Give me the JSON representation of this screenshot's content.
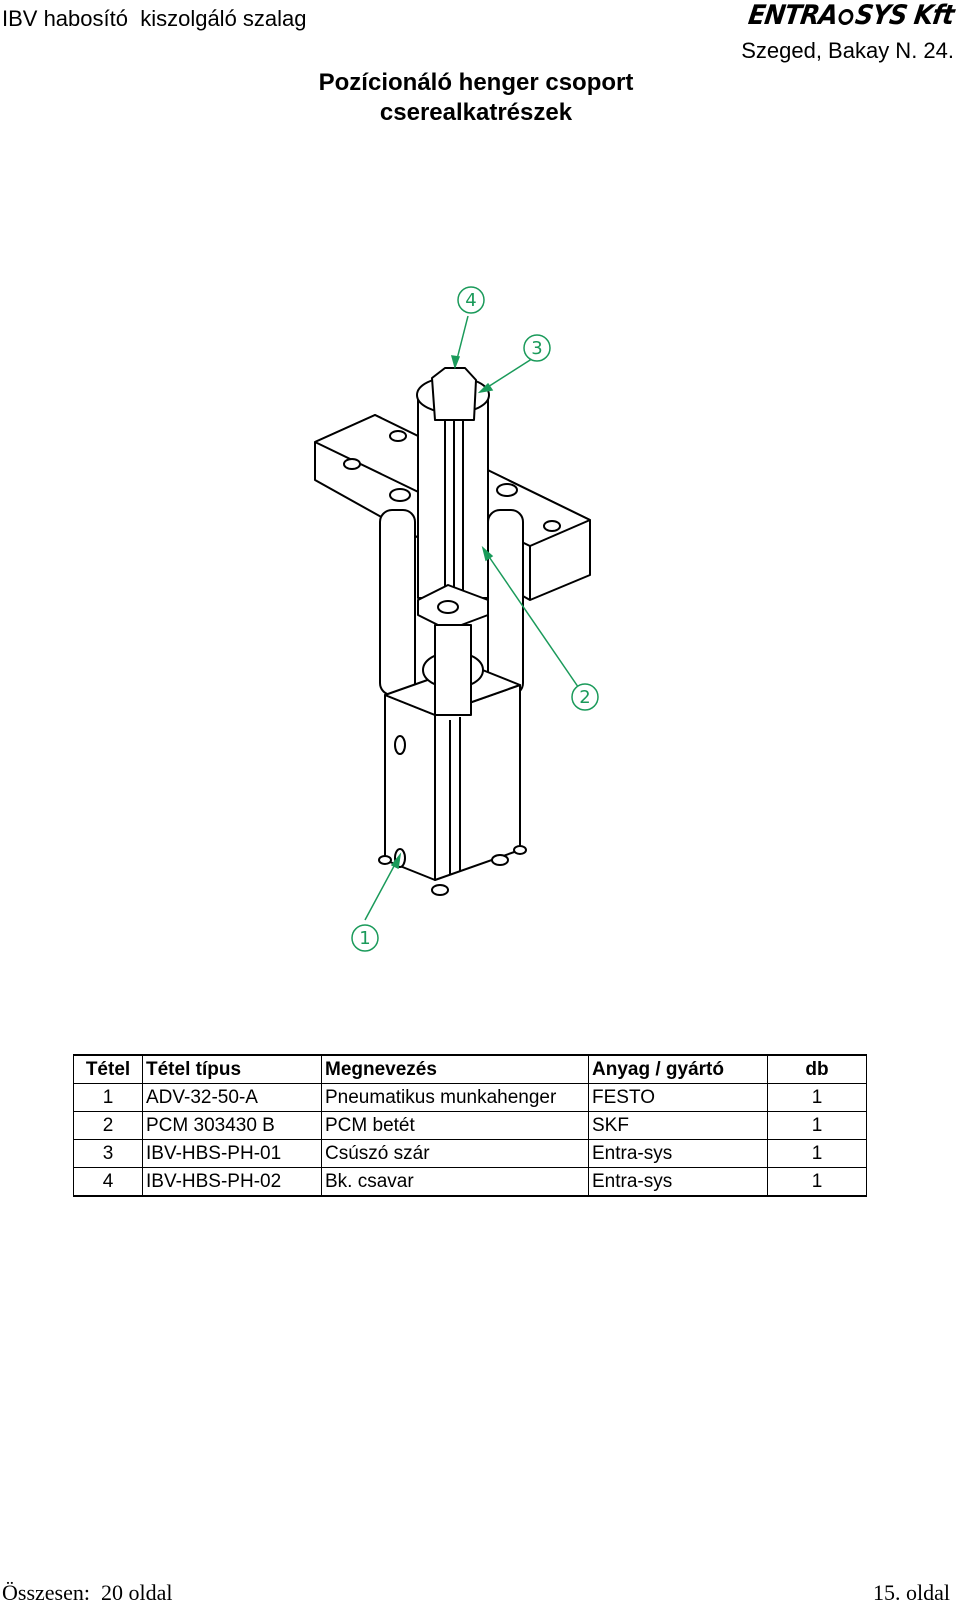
{
  "header": {
    "doc_title": "IBV habosító  kiszolgáló szalag",
    "logo_left": "ENTRA",
    "logo_right": "SYS Kft",
    "address": "Szeged, Bakay N. 24."
  },
  "title": {
    "line1": "Pozícionáló henger csoport",
    "line2": "cserealkatrészek"
  },
  "drawing": {
    "callouts": [
      "1",
      "2",
      "3",
      "4"
    ],
    "callout_color": "#1a9a5a"
  },
  "table": {
    "headers": [
      "Tétel",
      "Tétel típus",
      "Megnevezés",
      "Anyag / gyártó",
      "db"
    ],
    "rows": [
      [
        "1",
        "ADV-32-50-A",
        "Pneumatikus munkahenger",
        "FESTO",
        "1"
      ],
      [
        "2",
        "PCM 303430 B",
        "PCM betét",
        "SKF",
        "1"
      ],
      [
        "3",
        "IBV-HBS-PH-01",
        "Csúszó szár",
        "Entra-sys",
        "1"
      ],
      [
        "4",
        "IBV-HBS-PH-02",
        "Bk. csavar",
        "Entra-sys",
        "1"
      ]
    ]
  },
  "footer": {
    "total": "Összesen:  20 oldal",
    "page": "15. oldal"
  }
}
